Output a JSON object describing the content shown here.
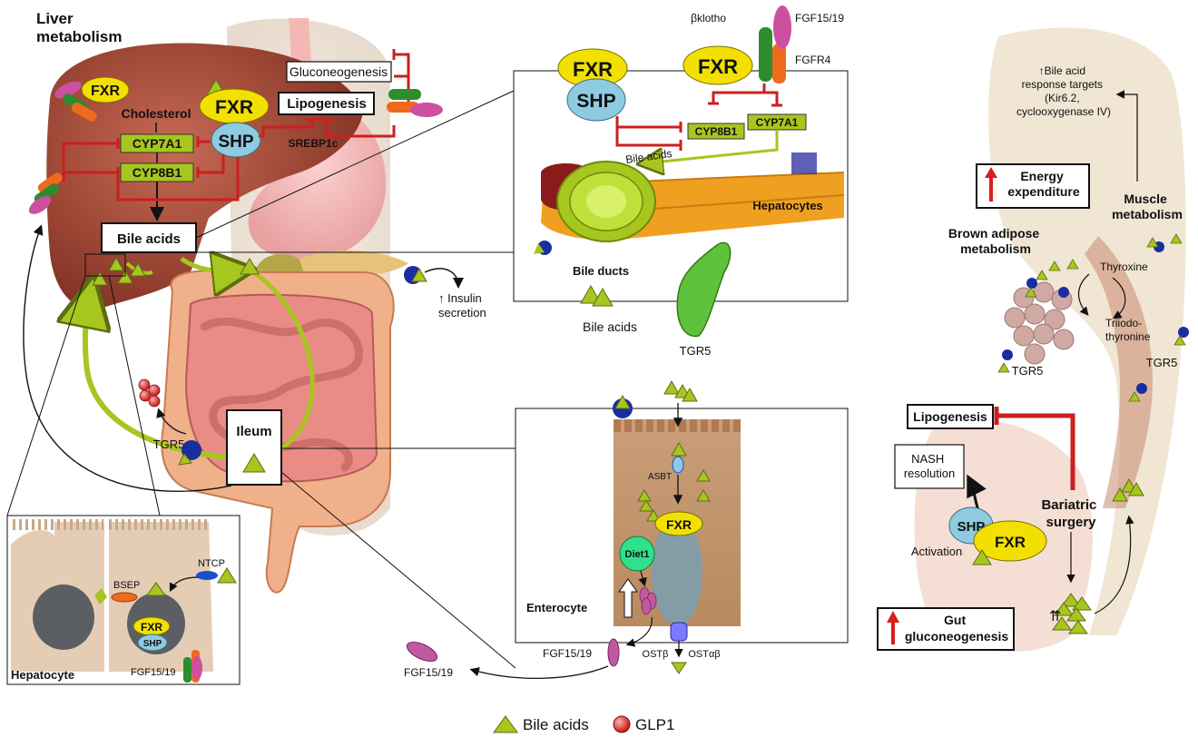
{
  "colors": {
    "bile_acid": "#a7c61f",
    "inhibit": "#cc1f1f",
    "fxr": "#f2e000",
    "shp": "#8ecae0",
    "gene_box": "#a7c61f",
    "liver": "#9c3d2b",
    "intestine": "#e8908a",
    "diet1": "#2fe08c",
    "fgf": "#c05aa0"
  },
  "liver_panel": {
    "title": "Liver\nmetabolism",
    "fxr": "FXR",
    "shp": "SHP",
    "cholesterol": "Cholesterol",
    "cyp7a1": "CYP7A1",
    "cyp8b1": "CYP8B1",
    "bile_acids": "Bile acids",
    "gluconeogenesis": "Gluconeogenesis",
    "lipogenesis": "Lipogenesis",
    "srebp1c": "SREBP1c",
    "insulin_secretion": "Insulin\nsecretion",
    "tgr5": "TGR5",
    "ileum": "Ileum",
    "fxr_small": "FXR"
  },
  "hepatocyte_inset": {
    "label": "Hepatocyte",
    "bsep": "BSEP",
    "ntcp": "NTCP",
    "fxr": "FXR",
    "shp": "SHP",
    "fgf": "FGF15/19"
  },
  "bile_duct_inset": {
    "fxr_left": "FXR",
    "shp": "SHP",
    "fxr_right": "FXR",
    "bklotho": "βklotho",
    "fgf": "FGF15/19",
    "fgfr4": "FGFR4",
    "cyp8b1": "CYP8B1",
    "cyp7a1": "CYP7A1",
    "bile_acids_arrow": "Bile acids",
    "hepatocytes": "Hepatocytes",
    "bile_ducts": "Bile ducts",
    "bile_acids_below": "Bile acids",
    "tgr5": "TGR5"
  },
  "enterocyte_inset": {
    "label": "Enterocyte",
    "asbt": "ASBT",
    "fxr": "FXR",
    "diet1": "Diet1",
    "fgf_inside": "FGF15/19",
    "ostb": "OSTβ",
    "ostab": "OSTαβ",
    "fgf_outside": "FGF15/19"
  },
  "right_panel": {
    "bile_acid_targets": "Bile acid\nresponse targets\n(Kir6.2,\ncyclooxygenase IV)",
    "energy": "Energy\nexpenditure",
    "muscle": "Muscle\nmetabolism",
    "brown_adipose": "Brown adipose\nmetabolism",
    "thyroxine": "Thyroxine",
    "triiodo": "Triiodo-\nthyronine",
    "tgr5_left": "TGR5",
    "tgr5_right": "TGR5",
    "lipogenesis": "Lipogenesis",
    "nash": "NASH\nresolution",
    "shp": "SHP",
    "fxr": "FXR",
    "activation": "Activation",
    "bariatric": "Bariatric\nsurgery",
    "gut_gluco": "Gut\ngluconeogenesis"
  },
  "legend": {
    "bile_acids": "Bile acids",
    "glp1": "GLP1"
  }
}
